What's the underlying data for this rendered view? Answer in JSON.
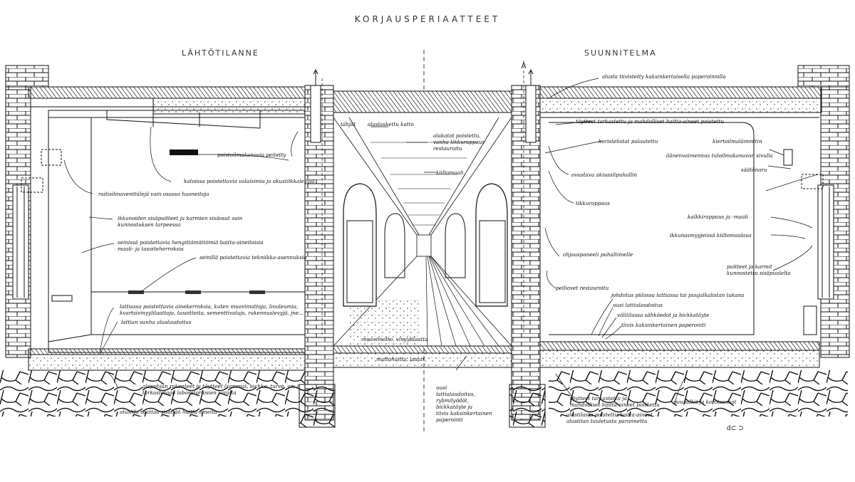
{
  "title": "KORJAUSPERIAATTEET",
  "left_title": "LÄHTÖTILANNE",
  "right_title": "SUUNNITELMA",
  "left_notes": [
    "poistoilmakanavia peitetty",
    "katoissa poistettavia valaisimia ja akustiikkalevyjä",
    "raitisilmaventtiilejä vain osassa huoneitoja",
    "ikkunoiden sisäpuitteet ja karmien sisäosat osin",
    "kunnostuksen tarpeessa",
    "seinissä poistettavia hengittämättömiä baitta-aineitoisia",
    "maali- ja tasoiteherroksia",
    "seinillä poistettavia tekniikka-asennuksia",
    "lattiassa poistettavia ainekerroksia, kuten muovimattoja, linoleumia,",
    "kvartsivinyylilaattoja, tasoitteita, sementtivaluja, rakennuslevyjä, jne...",
    "lattian vanha alus­laudoitus",
    "alapohjan rakenteet ja täytteet (sammal, bichka, turve, ym.)",
    "tarkastetaan laboratoriosien varalta",
    "alustila saattaa sisältää haitta-aineita"
  ],
  "center_notes": [
    "tähjät",
    "alaslaskettu katto",
    "alakatot poistettu,",
    "vanha tikkurappaus",
    "restauroitu",
    "kiiltomaali",
    "muovimatto, vinyylilaatta",
    "mattohaitta, laatat",
    "uusi",
    "lattialaudoitus,",
    "rybmilyödöt,",
    "bickkatäyte ja",
    "tiivis kaksinkertainen",
    "paperointi"
  ],
  "right_notes": [
    "alusta tiivistetty kaksinkertaisella paperoinnilla",
    "täytteet tarkastettu ja mahdolliset haitta-aineet poistettu",
    "koristelistat palautettu",
    "kiertoilmalämmitin",
    "äänenvaimennus tuloilmakanavan sivulla",
    "säätönaru",
    "ovustava akisaalipuhallin",
    "tikkurappaus",
    "kalkkirappaus ja -maali",
    "ikkunasmyyjeissä kiiltomaalaus",
    "ohjauspaneeli puhaltimelle",
    "puitteet ja karmit",
    "kunnostettu sisäpuolelta",
    "peiliovet restauroitu",
    "johdotus piilossa lattiassa tai puujalkalistan takana",
    "uusi lattialaudoitus",
    "välitilassa sähköedot ja bickkatäyte",
    "tiivis kaksinkertainen paperointi",
    "täytteet tarkastettu ja",
    "mahdolliset haitta-aineet poistettu",
    "puupalkit ja korotusosat",
    "alustilasta poistettu haitta-aineet",
    "alustilan tuuletusta parannettu"
  ]
}
